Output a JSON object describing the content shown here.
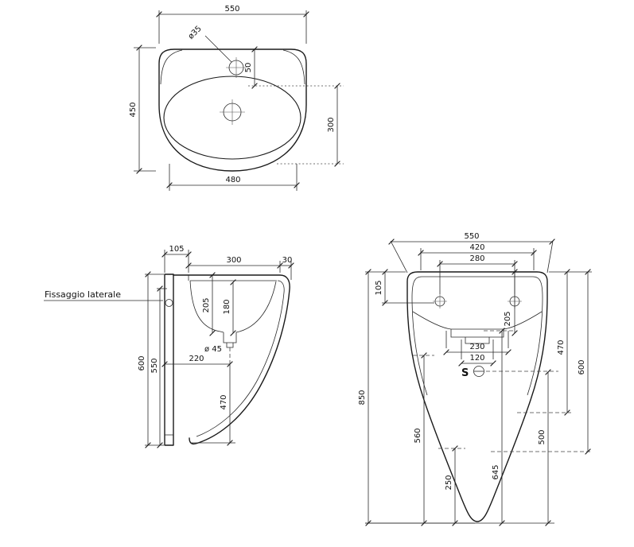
{
  "page": {
    "background": "#ffffff",
    "line_color": "#1a1a1a"
  },
  "top_view": {
    "dims": {
      "width_top": "550",
      "depth": "450",
      "basin_depth": "300",
      "width_bottom": "480",
      "hole_offset": "50",
      "hole_diameter": "ø35"
    }
  },
  "side_view": {
    "labels": {
      "fixing": "Fissaggio laterale"
    },
    "dims": {
      "wall_offset": "105",
      "rim_length": "300",
      "front_lip": "30",
      "height_total": "600",
      "height_550": "550",
      "bowl_depth_205": "205",
      "bowl_depth_180": "180",
      "bottom_length": "220",
      "front_height": "470",
      "drain_diameter": "ø 45"
    }
  },
  "front_view": {
    "labels": {
      "siphon": "S"
    },
    "dims": {
      "width_top": "550",
      "width_mid": "420",
      "hole_spacing": "280",
      "hole_offset": "105",
      "bowl_depth": "205",
      "recess_width": "230",
      "drain_width": "120",
      "height_total": "850",
      "height_470": "470",
      "height_600": "600",
      "height_560": "560",
      "height_500": "500",
      "height_645": "645",
      "height_250": "250"
    }
  }
}
